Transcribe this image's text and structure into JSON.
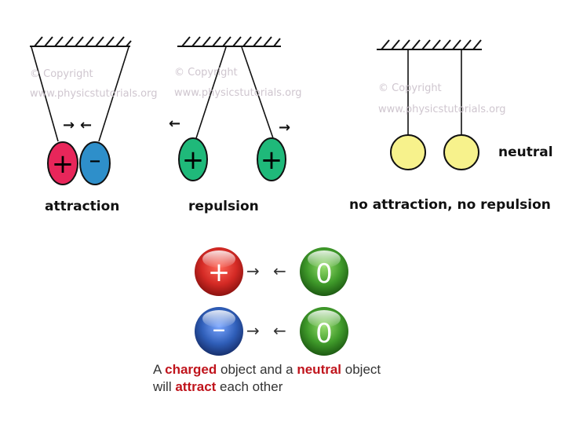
{
  "watermarks": [
    "© Copyright",
    "www.physicstutorials.org"
  ],
  "panels": {
    "attraction": {
      "label": "attraction",
      "charge_left": "+",
      "charge_right": "–"
    },
    "repulsion": {
      "label": "repulsion",
      "charge_left": "+",
      "charge_right": "+"
    },
    "neutral": {
      "label": "no attraction, no repulsion",
      "tag": "neutral"
    }
  },
  "arrows": {
    "left": "←",
    "right": "→"
  },
  "spheres": {
    "positive": "+",
    "negative": "–",
    "neutral_top": "0",
    "neutral_bottom": "0"
  },
  "caption": {
    "line1": {
      "pre": "A ",
      "charged": "charged",
      "mid": " object and a ",
      "neutral": "neutral",
      "post": " object"
    },
    "line2": {
      "pre": "will ",
      "attract": "attract",
      "post": " each other"
    }
  },
  "colors": {
    "attraction_positive": "#e8265a",
    "attraction_negative": "#2e8fca",
    "repulsion_positive": "#1fb97a",
    "neutral_ball": "#f7f28c",
    "sphere_red": "#d42a25",
    "sphere_blue": "#2f5eb8",
    "sphere_green": "#3f9a2a",
    "highlight": "#c0141c"
  }
}
